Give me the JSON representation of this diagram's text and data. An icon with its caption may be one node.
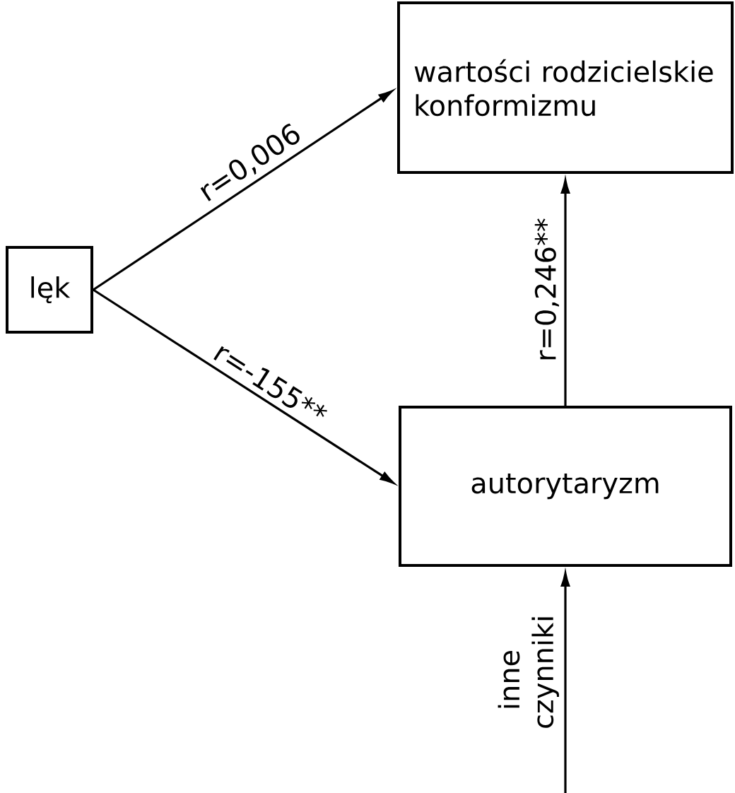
{
  "diagram": {
    "nodes": [
      {
        "text": [
          "lęk"
        ]
      },
      {
        "text": [
          "wartości rodzicielskie konformizmu"
        ]
      },
      {
        "text": [
          "autorytaryzm"
        ]
      }
    ],
    "edges": [
      {
        "from": 0,
        "to": 1,
        "arrow": "to",
        "label": "r=0,006"
      },
      {
        "from": 0,
        "to": 2,
        "arrow": "to",
        "label": "r=-155**"
      },
      {
        "from": 2,
        "to": 1,
        "arrow": "to",
        "label": "r=0,246**"
      },
      {
        "from": null,
        "to": 2,
        "arrow": "to",
        "label": "inne czynniki"
      }
    ]
  }
}
